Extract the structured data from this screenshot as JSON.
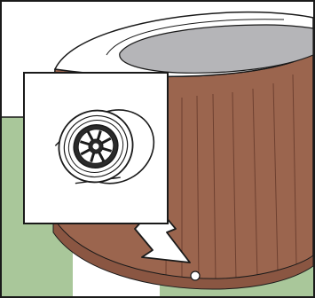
{
  "illustration": {
    "subject": "inflatable-hot-tub",
    "callout": "drain-valve-closeup",
    "pointer": "arrow-to-drain-location"
  },
  "colors": {
    "background": "#ffffff",
    "floor": "#a9c79a",
    "tub_wall": "#9b654e",
    "tub_wall_dark": "#8a5642",
    "tub_rim": "#ffffff",
    "water": "#b5b5b8",
    "outline": "#1a1a1a",
    "callout_fill": "#ffffff"
  }
}
